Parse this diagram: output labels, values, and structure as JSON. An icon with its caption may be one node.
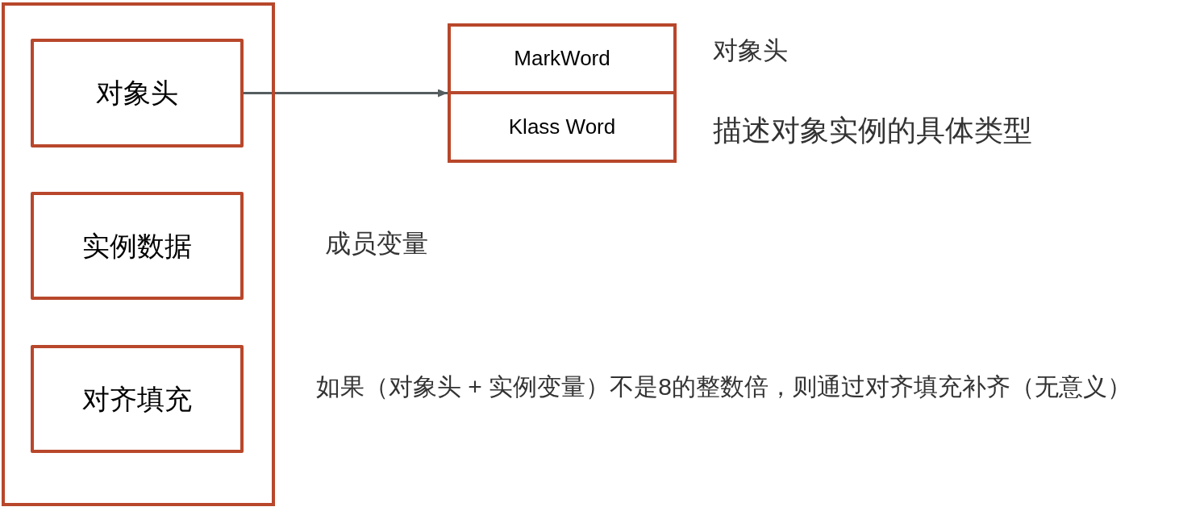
{
  "diagram": {
    "nodes": [
      {
        "text": [],
        "shape": "box"
      },
      {
        "text": [
          "对象头"
        ],
        "in": 0
      },
      {
        "text": [
          "实例数据"
        ],
        "in": 0,
        "beside": [
          "成员变量"
        ]
      },
      {
        "text": [
          "对齐填充"
        ],
        "in": 0,
        "beside": [
          "如果（对象头 + 实例变量）不是8的整数倍，则通过对齐填充补齐（无意义）"
        ]
      },
      {
        "text": [],
        "shape": "box"
      },
      {
        "text": [
          "MarkWord"
        ],
        "in": 4,
        "beside": [
          "对象头"
        ]
      },
      {
        "text": [
          "Klass Word"
        ],
        "in": 4
      }
    ],
    "edges": [
      {
        "from": 1,
        "to": 4,
        "arrow": "to"
      }
    ],
    "labels": [
      "描述对象实例的具体类型"
    ]
  }
}
